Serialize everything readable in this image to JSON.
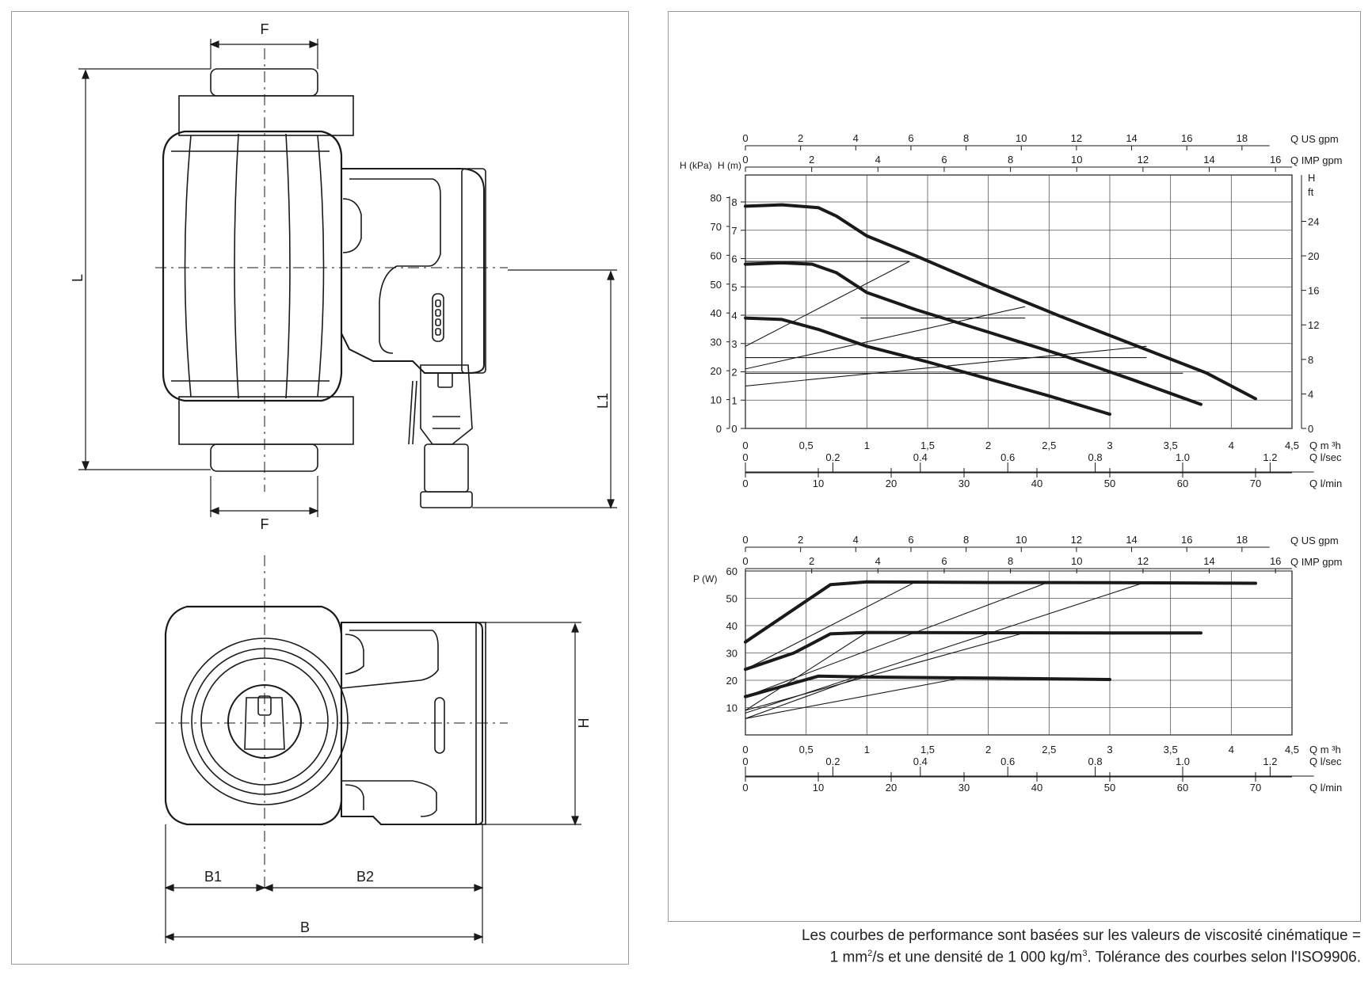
{
  "drawing": {
    "dimensions": {
      "F_top": "F",
      "F_bottom": "F",
      "L": "L",
      "L1": "L1",
      "H": "H",
      "B1": "B1",
      "B2": "B2",
      "B": "B"
    }
  },
  "chart_data": [
    {
      "type": "line",
      "title": "",
      "left_axis_labels": [
        "H (kPa)",
        "H (m)"
      ],
      "right_axis_labels": [
        "H",
        "ft"
      ],
      "y_kpa_ticks": [
        0,
        10,
        20,
        30,
        40,
        50,
        60,
        70,
        80
      ],
      "y_m_ticks": [
        0,
        1,
        2,
        3,
        4,
        5,
        6,
        7,
        8
      ],
      "y_ft_ticks": [
        0,
        4,
        8,
        12,
        16,
        20,
        24
      ],
      "ylim_m": [
        0,
        8.8
      ],
      "x_axes": [
        {
          "label": "Q US gpm",
          "position": "top",
          "ticks": [
            "0",
            "2",
            "4",
            "6",
            "8",
            "10",
            "12",
            "14",
            "16",
            "18"
          ]
        },
        {
          "label": "Q IMP gpm",
          "position": "top",
          "ticks": [
            "0",
            "2",
            "4",
            "6",
            "8",
            "10",
            "12",
            "14",
            "16"
          ]
        },
        {
          "label": "Q m ³h",
          "position": "bottom",
          "ticks": [
            "0",
            "0,5",
            "1",
            "1,5",
            "2",
            "2,5",
            "3",
            "3,5",
            "4",
            "4,5"
          ]
        },
        {
          "label": "Q l/sec",
          "position": "bottom",
          "ticks": [
            "0",
            "0.2",
            "0.4",
            "0.6",
            "0.8",
            "1.0",
            "1.2"
          ]
        },
        {
          "label": "Q l/min",
          "position": "bottom",
          "ticks": [
            "0",
            "10",
            "20",
            "30",
            "40",
            "50",
            "60",
            "70"
          ]
        }
      ],
      "xlim_m3h": [
        0,
        4.5
      ],
      "grid": true,
      "series": [
        {
          "x": [
            0,
            0.3,
            0.6,
            0.75,
            1.0,
            1.4,
            2.0,
            2.6,
            3.2,
            3.8,
            4.2
          ],
          "y": [
            7.85,
            7.9,
            7.8,
            7.5,
            6.8,
            6.1,
            5.0,
            3.95,
            2.95,
            1.95,
            1.05
          ]
        },
        {
          "x": [
            0,
            0.3,
            0.55,
            0.75,
            1.0,
            1.4,
            2.0,
            2.6,
            3.2,
            3.75
          ],
          "y": [
            5.8,
            5.85,
            5.8,
            5.5,
            4.8,
            4.2,
            3.4,
            2.6,
            1.7,
            0.85
          ]
        },
        {
          "x": [
            0,
            0.3,
            0.6,
            1.0,
            1.5,
            2.0,
            2.5,
            3.0
          ],
          "y": [
            3.9,
            3.85,
            3.5,
            2.9,
            2.35,
            1.75,
            1.15,
            0.5
          ]
        },
        {
          "x": [
            0,
            1.35
          ],
          "y": [
            5.9,
            5.9
          ]
        },
        {
          "x": [
            0.95,
            2.3
          ],
          "y": [
            3.9,
            3.9
          ]
        },
        {
          "x": [
            0,
            3.3
          ],
          "y": [
            2.5,
            2.5
          ]
        },
        {
          "x": [
            0,
            3.6
          ],
          "y": [
            1.95,
            1.95
          ]
        },
        {
          "x": [
            0,
            1.35
          ],
          "y": [
            2.9,
            5.9
          ]
        },
        {
          "x": [
            0,
            2.3
          ],
          "y": [
            2.1,
            4.3
          ]
        },
        {
          "x": [
            0,
            3.3
          ],
          "y": [
            1.5,
            2.9
          ]
        }
      ]
    },
    {
      "type": "line",
      "title": "",
      "ylabel": "P (W)",
      "y_ticks": [
        10,
        20,
        30,
        40,
        50,
        60
      ],
      "ylim": [
        0,
        60
      ],
      "x_axes": [
        {
          "label": "Q US gpm",
          "position": "top",
          "ticks": [
            "0",
            "2",
            "4",
            "6",
            "8",
            "10",
            "12",
            "14",
            "16",
            "18"
          ]
        },
        {
          "label": "Q IMP gpm",
          "position": "top",
          "ticks": [
            "0",
            "2",
            "4",
            "6",
            "8",
            "10",
            "12",
            "14",
            "16"
          ]
        },
        {
          "label": "Q m ³h",
          "position": "bottom",
          "ticks": [
            "0",
            "0,5",
            "1",
            "1,5",
            "2",
            "2,5",
            "3",
            "3,5",
            "4",
            "4,5"
          ]
        },
        {
          "label": "Q l/sec",
          "position": "bottom",
          "ticks": [
            "0",
            "0.2",
            "0.4",
            "0.6",
            "0.8",
            "1.0",
            "1.2"
          ]
        },
        {
          "label": "Q l/min",
          "position": "bottom",
          "ticks": [
            "0",
            "10",
            "20",
            "30",
            "40",
            "50",
            "60",
            "70"
          ]
        }
      ],
      "xlim_m3h": [
        0,
        4.5
      ],
      "grid": true,
      "series": [
        {
          "x": [
            0,
            0.4,
            0.7,
            1.0,
            2.0,
            3.0,
            4.2
          ],
          "y": [
            34,
            46,
            55,
            56,
            55.8,
            55.7,
            55.5
          ]
        },
        {
          "x": [
            0,
            0.4,
            0.7,
            1.0,
            2.0,
            3.0,
            3.75
          ],
          "y": [
            24,
            30,
            37,
            37.5,
            37.4,
            37.3,
            37.3
          ]
        },
        {
          "x": [
            0,
            0.4,
            0.6,
            1.0,
            2.0,
            3.0
          ],
          "y": [
            14,
            19,
            21.5,
            21.2,
            20.8,
            20.3
          ]
        },
        {
          "x": [
            0,
            1.4
          ],
          "y": [
            24,
            56
          ]
        },
        {
          "x": [
            0,
            2.5
          ],
          "y": [
            14,
            56
          ]
        },
        {
          "x": [
            0,
            3.3
          ],
          "y": [
            8,
            56
          ]
        },
        {
          "x": [
            0,
            1.0
          ],
          "y": [
            9,
            37.5
          ]
        },
        {
          "x": [
            0,
            2.3
          ],
          "y": [
            9,
            37.4
          ]
        },
        {
          "x": [
            0,
            0.95
          ],
          "y": [
            6,
            21.3
          ]
        },
        {
          "x": [
            0,
            1.8
          ],
          "y": [
            6,
            21
          ]
        }
      ]
    }
  ],
  "note": {
    "line1": "Les courbes de performance sont basées sur les valeurs de viscosité cinématique =",
    "line2_a": "1 mm",
    "line2_sup1": "2",
    "line2_b": "/s et une densité de 1 000 kg/m",
    "line2_sup2": "3",
    "line2_c": ". Tolérance des courbes selon l'ISO9906."
  }
}
